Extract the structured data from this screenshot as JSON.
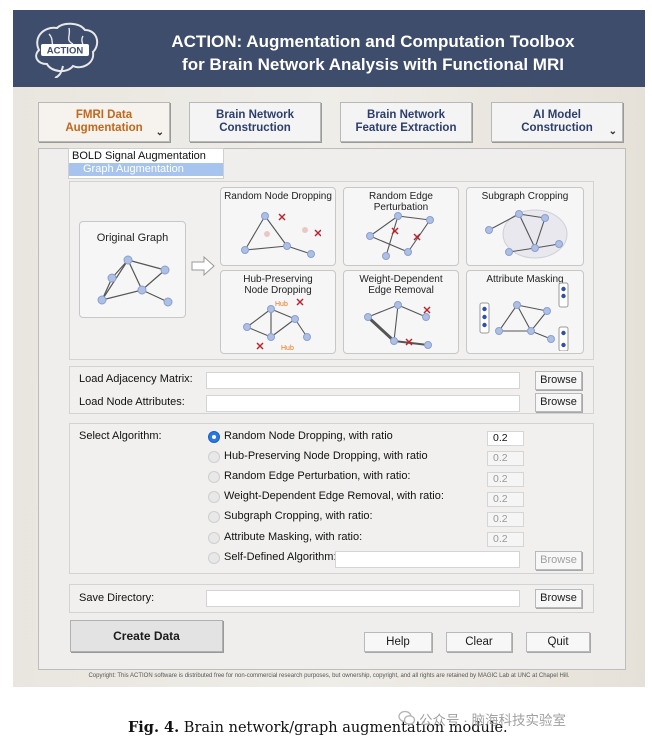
{
  "header": {
    "logo_text": "ACTION",
    "title_line1": "ACTION: Augmentation and Computation Toolbox",
    "title_line2": "for Brain Network Analysis with Functional MRI"
  },
  "tabs": [
    {
      "line1": "FMRI Data",
      "line2": "Augmentation",
      "active": true
    },
    {
      "line1": "Brain Network",
      "line2": "Construction",
      "active": false
    },
    {
      "line1": "Brain Network",
      "line2": "Feature Extraction",
      "active": false
    },
    {
      "line1": "AI Model",
      "line2": "Construction",
      "active": false
    }
  ],
  "dropdown": {
    "options": [
      "BOLD Signal Augmentation",
      "Graph Augmentation"
    ],
    "selected": "Graph Augmentation"
  },
  "illustration": {
    "original": "Original Graph",
    "methods": [
      "Random Node Dropping",
      "Random Edge Perturbation",
      "Subgraph Cropping",
      "Hub-Preserving Node Dropping",
      "Weight-Dependent Edge Removal",
      "Attribute Masking"
    ],
    "hub_label": "Hub"
  },
  "load": {
    "adjacency_label": "Load Adjacency Matrix:",
    "attributes_label": "Load Node Attributes:",
    "browse": "Browse"
  },
  "algorithm": {
    "label": "Select Algorithm:",
    "options": [
      {
        "text": "Random Node Dropping, with ratio",
        "ratio": "0.2",
        "selected": true
      },
      {
        "text": "Hub-Preserving Node Dropping, with ratio",
        "ratio": "0.2",
        "selected": false
      },
      {
        "text": "Random Edge Perturbation, with ratio:",
        "ratio": "0.2",
        "selected": false
      },
      {
        "text": "Weight-Dependent Edge Removal, with ratio:",
        "ratio": "0.2",
        "selected": false
      },
      {
        "text": "Subgraph Cropping, with ratio:",
        "ratio": "0.2",
        "selected": false
      },
      {
        "text": "Attribute Masking, with ratio:",
        "ratio": "0.2",
        "selected": false
      },
      {
        "text": "Self-Defined Algorithm:",
        "ratio": "",
        "selected": false
      }
    ],
    "browse": "Browse"
  },
  "save": {
    "label": "Save Directory:",
    "browse": "Browse"
  },
  "actions": {
    "create": "Create Data",
    "help": "Help",
    "clear": "Clear",
    "quit": "Quit"
  },
  "copyright": "Copyright: This ACTION software is distributed free for non-commercial research purposes, but ownership, copyright, and all rights are retained by MAGIC Lab at UNC at Chapel Hill.",
  "caption": {
    "label": "Fig. 4.",
    "text": "Brain network/graph augmentation module."
  },
  "watermark": "公众号 · 脑海科技实验室",
  "colors": {
    "header_bg": "#3e4d6c",
    "active_tab": "#c2671c",
    "tab_text": "#2c3e6c",
    "selection": "#a7c4ee",
    "radio_selected": "#2a78e4",
    "hub_label": "#e07a1a",
    "drop_mark": "#c0202a"
  }
}
